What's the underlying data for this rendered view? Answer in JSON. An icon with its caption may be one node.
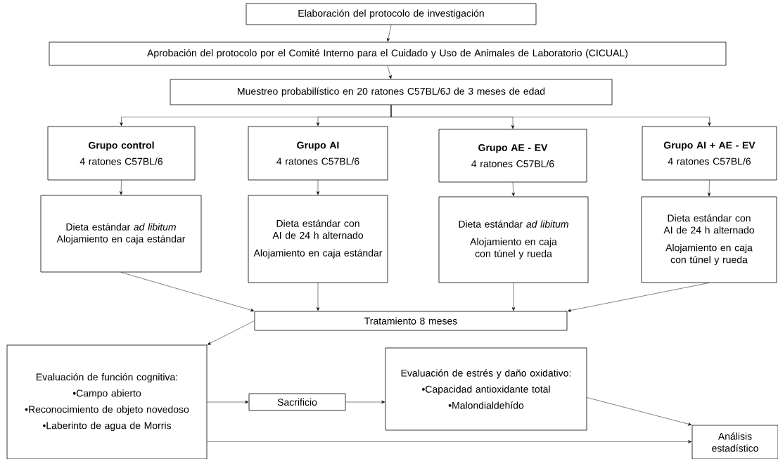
{
  "diagram": {
    "nodes": [
      {
        "text": [
          "Elaboración del protocolo de investigación"
        ]
      },
      {
        "text": [
          "Aprobación del protocolo por el Comité Interno para el Cuidado y Uso de Animales de Laboratorio (CICUAL)"
        ]
      },
      {
        "text": [
          "Muestreo probabilístico en 20 ratones C57BL/6J de 3 meses de edad"
        ]
      },
      {
        "text": [
          "Grupo control",
          "4 ratones C57BL/6"
        ]
      },
      {
        "text": [
          "Grupo AI",
          "4 ratones C57BL/6"
        ]
      },
      {
        "text": [
          "Grupo AE - EV",
          "4 ratones C57BL/6"
        ]
      },
      {
        "text": [
          "Grupo AI + AE - EV",
          "4 ratones C57BL/6"
        ]
      },
      {
        "text": [
          "Dieta estándar *ad libitum*",
          "Alojamiento en caja estándar"
        ]
      },
      {
        "text": [
          "Dieta estándar con AI de 24 h alternado",
          "Alojamiento en caja estándar"
        ]
      },
      {
        "text": [
          "Dieta estándar *ad libitum*",
          "Alojamiento en caja con túnel y rueda"
        ]
      },
      {
        "text": [
          "Dieta estándar con AI de 24 h alternado",
          "Alojamiento en caja con túnel y rueda"
        ]
      },
      {
        "text": [
          "Tratamiento 8 meses"
        ]
      },
      {
        "text": [
          "Evaluación de función cognitiva:",
          "•Campo abierto",
          "•Reconocimiento de objeto novedoso",
          "•Laberinto de agua de Morris"
        ]
      },
      {
        "text": [
          "Sacrificio"
        ]
      },
      {
        "text": [
          "Evaluación de estrés y daño oxidativo:",
          "•Capacidad antioxidante total",
          "•Malondialdehído"
        ]
      },
      {
        "text": [
          "Análisis estadístico"
        ]
      }
    ],
    "edges": [
      {
        "from": 0,
        "to": 1,
        "arrow": "to"
      },
      {
        "from": 1,
        "to": 2,
        "arrow": "to"
      },
      {
        "from": 2,
        "to": 3,
        "arrow": "to"
      },
      {
        "from": 2,
        "to": 4,
        "arrow": "to"
      },
      {
        "from": 2,
        "to": 5,
        "arrow": "to"
      },
      {
        "from": 2,
        "to": 6,
        "arrow": "to"
      },
      {
        "from": 3,
        "to": 7,
        "arrow": "to"
      },
      {
        "from": 4,
        "to": 8,
        "arrow": "to"
      },
      {
        "from": 5,
        "to": 9,
        "arrow": "to"
      },
      {
        "from": 6,
        "to": 10,
        "arrow": "to"
      },
      {
        "from": 7,
        "to": 11,
        "arrow": "to"
      },
      {
        "from": 8,
        "to": 11,
        "arrow": "to"
      },
      {
        "from": 9,
        "to": 11,
        "arrow": "to"
      },
      {
        "from": 10,
        "to": 11,
        "arrow": "to"
      },
      {
        "from": 11,
        "to": 12,
        "arrow": "to"
      },
      {
        "from": 12,
        "to": 13,
        "arrow": "to"
      },
      {
        "from": 13,
        "to": 14,
        "arrow": "to"
      },
      {
        "from": 14,
        "to": 15,
        "arrow": "to"
      },
      {
        "from": 12,
        "to": 15,
        "arrow": "to"
      }
    ]
  }
}
